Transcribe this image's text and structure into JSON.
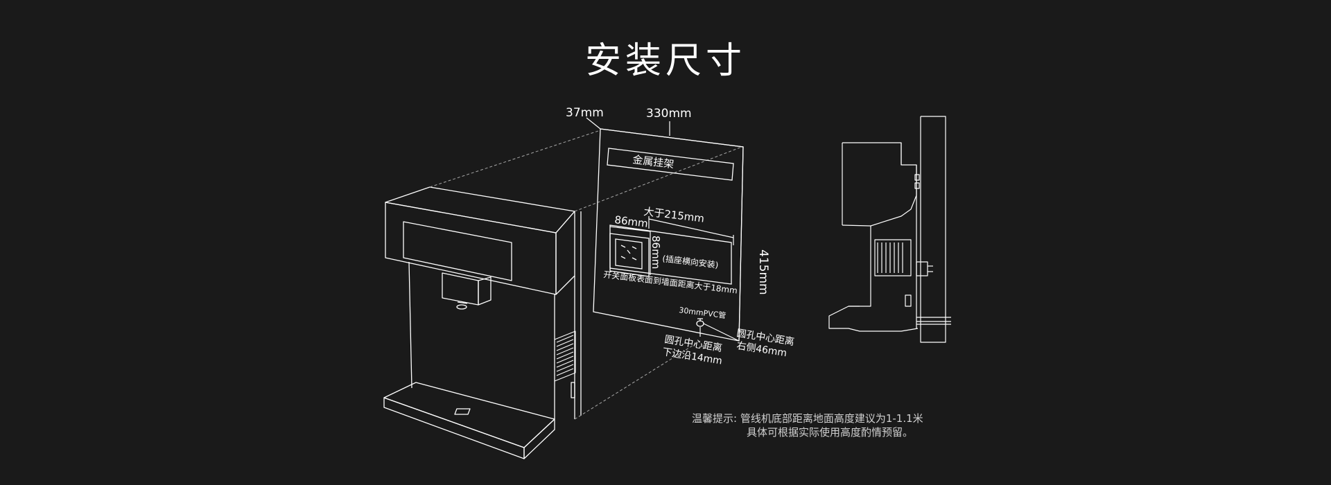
{
  "title": "安装尺寸",
  "labels": {
    "dim_depth": "37mm",
    "dim_width": "330mm",
    "dim_height": "415mm",
    "bracket": "金属挂架",
    "socket_width": "86mm",
    "socket_height": "86mm",
    "min_width": "大于215mm",
    "socket_orientation": "(插座横向安装)",
    "panel_distance": "开关面板表面到墙面距离大于18mm",
    "pvc_pipe": "30mmPVC管",
    "hole_bottom_l1": "圆孔中心距离",
    "hole_bottom_l2": "下边沿14mm",
    "hole_right_l1": "圆孔中心距离",
    "hole_right_l2": "右侧46mm"
  },
  "note": {
    "line1": "温馨提示: 管线机底部距离地面高度建议为1-1.1米",
    "line2": "具体可根据实际使用高度酌情预留。"
  },
  "colors": {
    "background": "#1a1a1a",
    "line": "#ffffff"
  }
}
